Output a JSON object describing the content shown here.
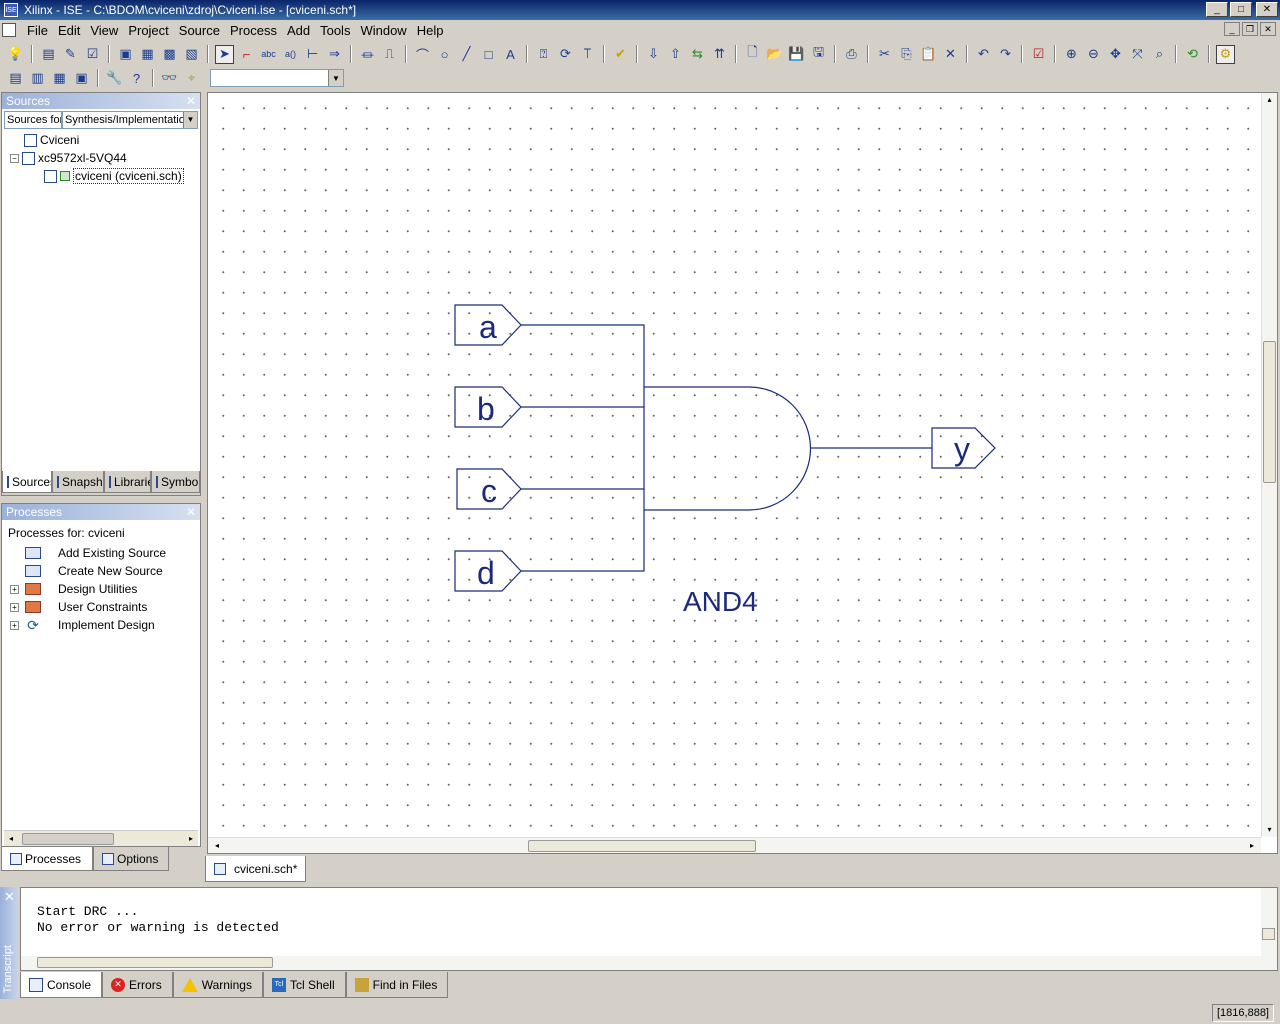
{
  "window": {
    "title": "Xilinx - ISE - C:\\BDOM\\cviceni\\zdroj\\Cviceni.ise - [cviceni.sch*]",
    "app_icon_text": "ISE",
    "min": "_",
    "max": "□",
    "close": "✕"
  },
  "menu": [
    "File",
    "Edit",
    "View",
    "Project",
    "Source",
    "Process",
    "Add",
    "Tools",
    "Window",
    "Help"
  ],
  "toolbar": {
    "combo_value": "",
    "combo_arrow": "▼"
  },
  "sources": {
    "header": "Sources",
    "close": "✕",
    "combo_label": "Sources for:",
    "combo_value": "Synthesis/Implementation",
    "tree": [
      {
        "label": "Cviceni"
      },
      {
        "label": "xc9572xl-5VQ44",
        "expander": "−"
      },
      {
        "label": "cviceni (cviceni.sch)"
      }
    ],
    "tabs": [
      "Sources",
      "Snapshots",
      "Libraries",
      "Symbols"
    ]
  },
  "processes": {
    "header": "Processes",
    "close": "✕",
    "subtitle": "Processes for: cviceni",
    "items": [
      {
        "label": "Add Existing Source",
        "expander": ""
      },
      {
        "label": "Create New Source",
        "expander": ""
      },
      {
        "label": "Design Utilities",
        "expander": "+"
      },
      {
        "label": "User Constraints",
        "expander": "+"
      },
      {
        "label": "Implement Design",
        "expander": "+"
      }
    ],
    "tabs": [
      "Processes",
      "Options"
    ]
  },
  "schematic": {
    "inputs": [
      "a",
      "b",
      "c",
      "d"
    ],
    "output": "y",
    "gate_label": "AND4",
    "wire_color": "#1c2a7c"
  },
  "document_tab": "cviceni.sch*",
  "transcript": {
    "close": "✕",
    "side_label": "Transcript",
    "lines": [
      "Start DRC ...",
      "No error or warning is detected"
    ],
    "tabs": [
      "Console",
      "Errors",
      "Warnings",
      "Tcl Shell",
      "Find in Files"
    ]
  },
  "status": {
    "coords": "[1816,888]"
  }
}
